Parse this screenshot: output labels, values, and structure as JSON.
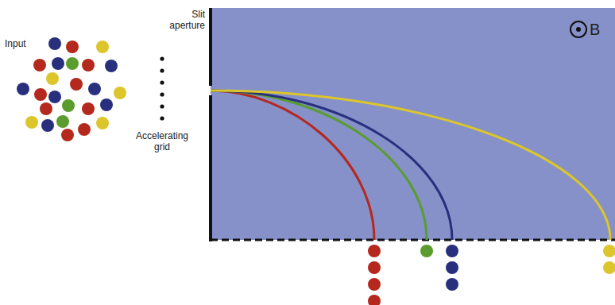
{
  "diagram": {
    "labels": [
      "Input",
      "Slit aperture",
      "Accelerating grid",
      "B"
    ]
  }
}
